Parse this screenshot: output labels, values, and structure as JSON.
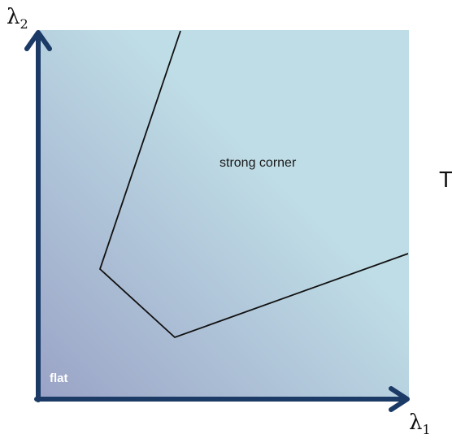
{
  "axes": {
    "y_symbol": "λ",
    "y_subscript": "2",
    "x_symbol": "λ",
    "x_subscript": "1"
  },
  "regions": {
    "corner_label": "strong corner",
    "flat_label": "flat"
  },
  "cropped_text": "T",
  "colors": {
    "background_light": "#bfdde6",
    "background_dark": "#9aa3c6",
    "axis": "#1b3a66",
    "boundary_line": "#111111"
  }
}
